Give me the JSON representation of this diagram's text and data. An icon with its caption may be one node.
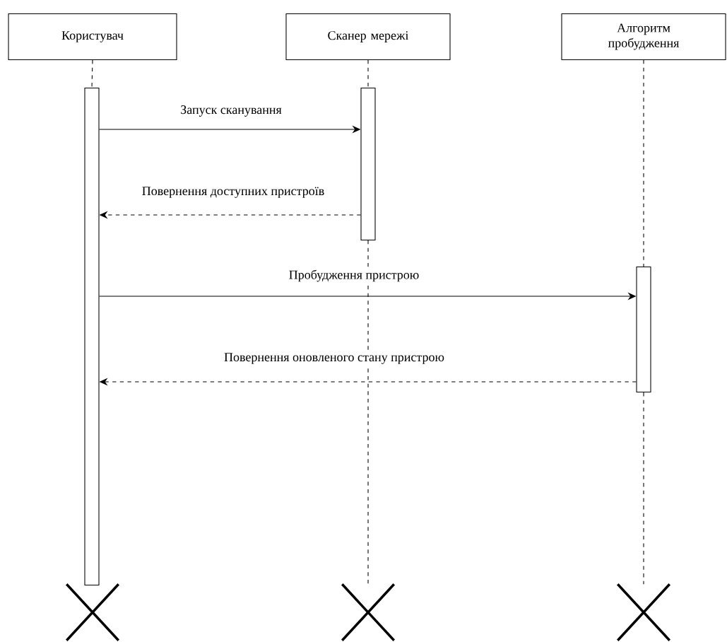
{
  "diagram": {
    "nodes": [
      {
        "text": [
          "Користувач"
        ]
      },
      {
        "text": [
          "Сканер мережі"
        ]
      },
      {
        "text": [
          "Алгоритм пробудження"
        ]
      },
      {
        "text": [],
        "shape": "bar"
      },
      {
        "text": [],
        "shape": "bar"
      },
      {
        "text": [],
        "shape": "bar"
      },
      {
        "text": [],
        "shape": "cross"
      },
      {
        "text": [],
        "shape": "cross"
      },
      {
        "text": [],
        "shape": "cross"
      }
    ],
    "edges": [
      {
        "from": 0,
        "to": 3,
        "arrow": "none",
        "style": "dashed"
      },
      {
        "from": 1,
        "to": 4,
        "arrow": "none",
        "style": "dashed"
      },
      {
        "from": 2,
        "to": 5,
        "arrow": "none",
        "style": "dashed"
      },
      {
        "from": 4,
        "to": 7,
        "arrow": "none",
        "style": "dashed"
      },
      {
        "from": 5,
        "to": 8,
        "arrow": "none",
        "style": "dashed"
      },
      {
        "from": 3,
        "to": 4,
        "arrow": "to",
        "label": "Запуск сканування"
      },
      {
        "from": 4,
        "to": 3,
        "arrow": "to",
        "style": "dashed",
        "label": "Повернення доступних пристроїв"
      },
      {
        "from": 3,
        "to": 5,
        "arrow": "to",
        "label": "Пробудження пристрою"
      },
      {
        "from": 5,
        "to": 3,
        "arrow": "to",
        "style": "dashed",
        "label": "Повернення оновленого стану пристрою"
      }
    ]
  }
}
